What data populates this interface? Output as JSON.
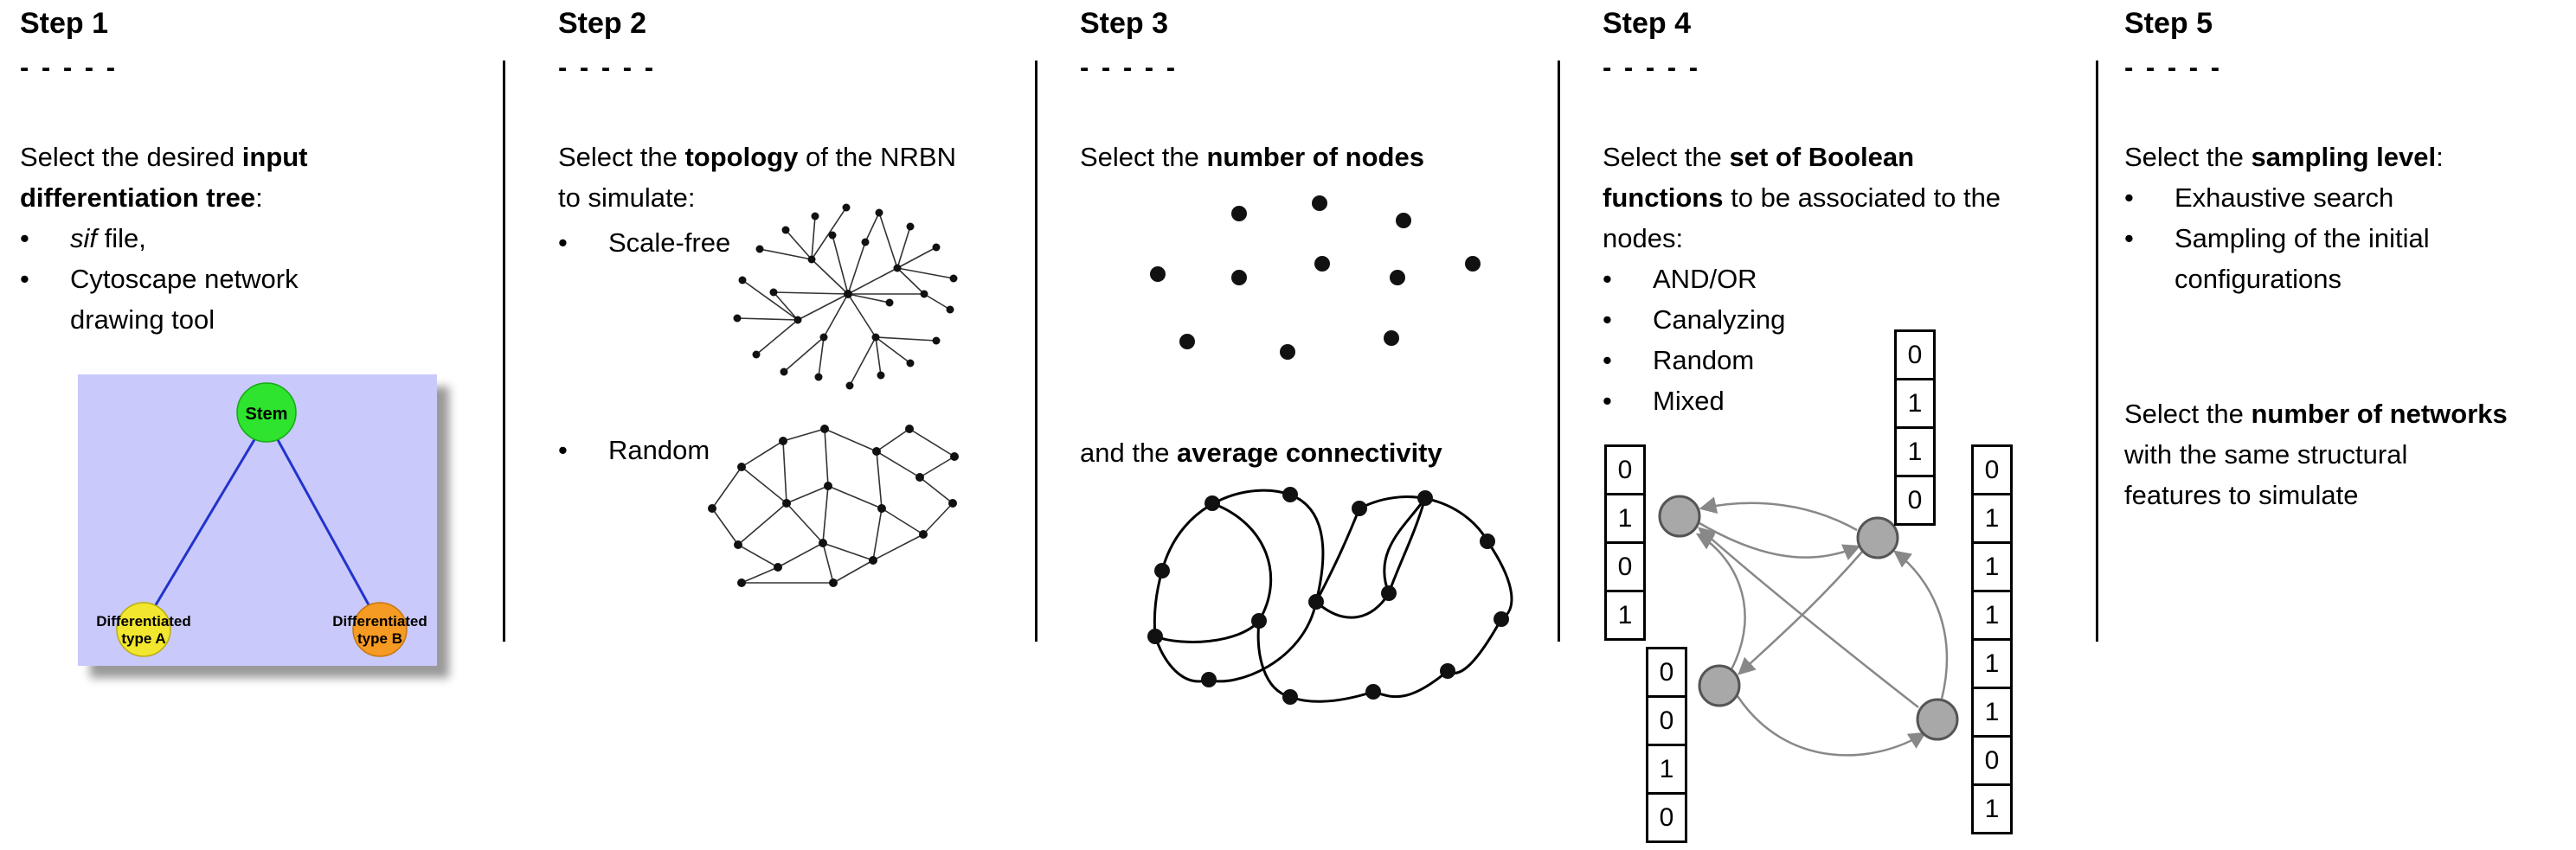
{
  "glyphs": {
    "bullet": "•"
  },
  "colors": {
    "text": "#000000",
    "divider": "#000000",
    "tree_background": "#c9c9fb",
    "stem_green": "#2ee42e",
    "type_a_yellow": "#f2e62e",
    "type_b_orange": "#f59a22",
    "tree_edge_blue": "#2233cc",
    "boolean_node_gray": "#a8a8a8",
    "network_black": "#111111"
  },
  "steps": {
    "s1": {
      "title": "Step 1",
      "dashes": "- - - - -",
      "para": {
        "r1": "Select the desired ",
        "b1": "input differentiation tree",
        "r2": ":"
      },
      "bullets": {
        "b1_italic": "sif",
        "b1_rest": " file,",
        "b2": "Cytoscape network drawing tool"
      },
      "tree": {
        "stem_label": "Stem",
        "typeA_l1": "Differentiated",
        "typeA_l2": "type A",
        "typeB_l1": "Differentiated",
        "typeB_l2": "type B"
      }
    },
    "s2": {
      "title": "Step 2",
      "dashes": "- - - - -",
      "para": {
        "r1": "Select the ",
        "b1": "topology",
        "r2": " of the NRBN to simulate:"
      },
      "bullets": {
        "b1": "Scale-free",
        "b2": "Random"
      }
    },
    "s3": {
      "title": "Step 3",
      "dashes": "- - - - -",
      "para1": {
        "r1": "Select the ",
        "b1": "number of nodes"
      },
      "para2": {
        "r1": "and the ",
        "b1": "average connectivity"
      }
    },
    "s4": {
      "title": "Step 4",
      "dashes": "- - - - -",
      "para": {
        "r1": "Select the ",
        "b1": "set of Boolean functions",
        "r2": " to be associated to the nodes:"
      },
      "bullets": {
        "b1": "AND/OR",
        "b2": "Canalyzing",
        "b3": "Random",
        "b4": "Mixed"
      },
      "tables": {
        "left": [
          "0",
          "1",
          "0",
          "1"
        ],
        "top": [
          "0",
          "1",
          "1",
          "0"
        ],
        "bottom": [
          "0",
          "0",
          "1",
          "0"
        ],
        "right": [
          "0",
          "1",
          "1",
          "1",
          "1",
          "1",
          "0",
          "1"
        ]
      }
    },
    "s5": {
      "title": "Step 5",
      "dashes": "- - - - -",
      "para1": {
        "r1": "Select the ",
        "b1": "sampling level",
        "r2": ":"
      },
      "bullets": {
        "b1": "Exhaustive search",
        "b2": "Sampling of the initial configurations"
      },
      "para2": {
        "r1": "Select the ",
        "b1": "number of networks",
        "r2": " with the same structural features to simulate"
      }
    }
  }
}
